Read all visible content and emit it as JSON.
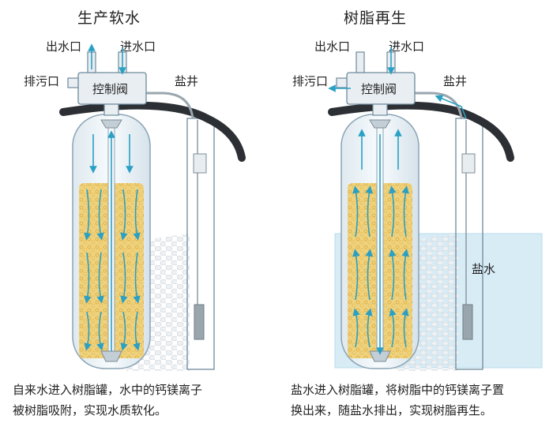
{
  "panels": [
    {
      "title": "生产软水",
      "labels": {
        "outlet": "出水口",
        "inlet": "进水口",
        "drain": "排污口",
        "valve": "控制阀",
        "brine_well": "盐井"
      },
      "caption_line1": "自来水进入树脂罐，水中的钙镁离子",
      "caption_line2": "被树脂吸附，实现水质软化。"
    },
    {
      "title": "树脂再生",
      "labels": {
        "outlet": "出水口",
        "inlet": "进水口",
        "drain": "排污口",
        "valve": "控制阀",
        "brine_well": "盐井",
        "brine": "盐水"
      },
      "caption_line1": "盐水进入树脂罐，将树脂中的钙镁离子置",
      "caption_line2": "换出来，随盐水排出，实现树脂再生。"
    }
  ],
  "colors": {
    "resin": "#e8c66a",
    "resin_dark": "#c9a03c",
    "tank": "#eef4f8",
    "tank_stroke": "#8aa3b4",
    "arrow": "#2aa0c4",
    "brine": "#d8ecf6",
    "hose": "#2c2f33",
    "salt": "#e9ecef"
  }
}
